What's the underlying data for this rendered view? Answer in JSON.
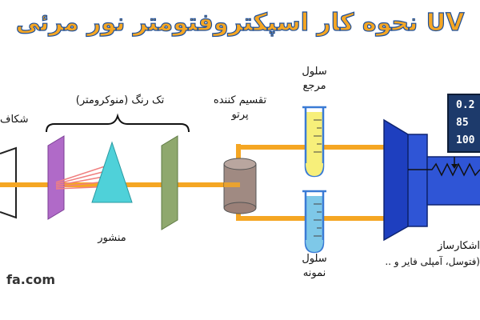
{
  "title": "نحوه کار اسپکتروفتومتر نور مرئی UV",
  "labels": {
    "slit": "شکاف",
    "monochromator": "تک رنگ (منوکرومتر)",
    "prism": "منشور",
    "beam_splitter_line1": "تقسیم کننده",
    "beam_splitter_line2": "پرتو",
    "reference_cell_line1": "سلول",
    "reference_cell_line2": "مرجع",
    "sample_cell_line1": "سلول",
    "sample_cell_line2": "نمونه",
    "detector_line1": "آشکارساز",
    "detector_line2": "(فتوسل، آمپلی فایر و ...)",
    "watermark": "fa.com",
    "display_lines": [
      "0.2",
      "85",
      "100"
    ]
  },
  "colors": {
    "beam": "#f5a623",
    "slit_plate": "#b06ac8",
    "exit_plate": "#8fa86e",
    "prism": "#4fd1d9",
    "dispersed_rays": "#f08080",
    "reference_liquid": "#f7ef7a",
    "sample_liquid": "#7ec8e8",
    "detector": "#1e3fbf",
    "display": "#1d3a6b",
    "title_fill": "#f5a623",
    "title_stroke": "#1d4f9a"
  }
}
